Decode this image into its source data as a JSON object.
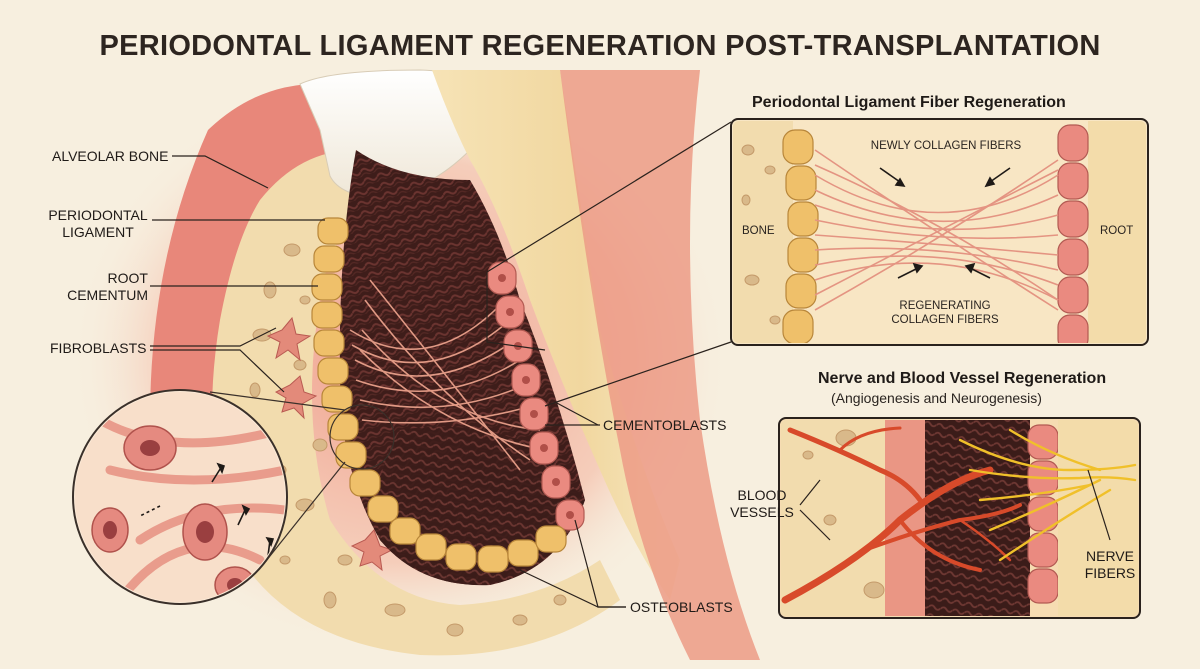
{
  "title": "PERIODONTAL LIGAMENT REGENERATION POST-TRANSPLANTATION",
  "labels": {
    "alveolar_bone": "ALVEOLAR BONE",
    "periodontal_ligament_1": "PERIODONTAL",
    "periodontal_ligament_2": "LIGAMENT",
    "root_cementum_1": "ROOT",
    "root_cementum_2": "CEMENTUM",
    "fibroblasts": "FIBROBLASTS",
    "cementoblasts": "CEMENTOBLASTS",
    "osteoblasts": "OSTEOBLASTS"
  },
  "fiber_panel": {
    "title": "Periodontal Ligament Fiber Regeneration",
    "bone": "BONE",
    "root": "ROOT",
    "newly": "NEWLY COLLAGEN FIBERS",
    "regen_1": "REGENERATING",
    "regen_2": "COLLAGEN FIBERS"
  },
  "nerve_panel": {
    "title": "Nerve and Blood Vessel Regeneration",
    "subtitle": "(Angiogenesis and Neurogenesis)",
    "blood_1": "BLOOD",
    "blood_2": "VESSELS",
    "nerve_1": "NERVE",
    "nerve_2": "FIBERS"
  },
  "colors": {
    "background": "#f7efdf",
    "gum": "#e98a7a",
    "bone": "#f2dcae",
    "ligament": "#4a2420",
    "cell": "#e9b35a",
    "cementoblast": "#e78078",
    "dentin": "#f2dcaa",
    "enamel": "#fbf8f1",
    "vessel": "#d84a2a",
    "nerve": "#f0c02a"
  }
}
